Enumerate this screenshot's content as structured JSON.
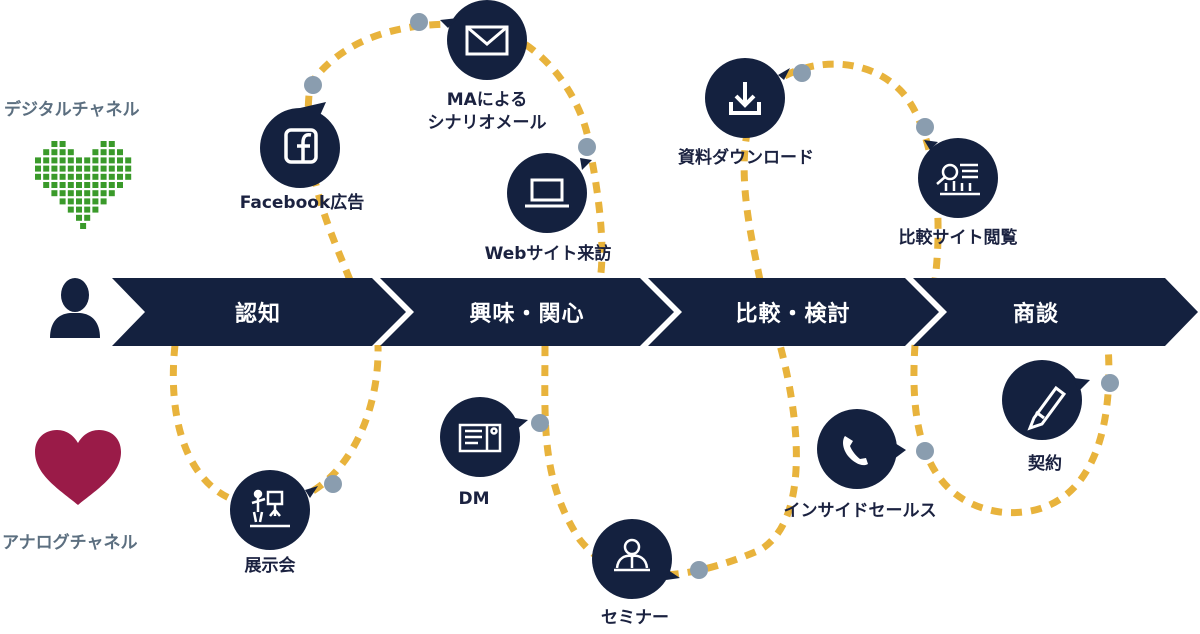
{
  "diagram": {
    "title": "",
    "colors": {
      "navy": "#14213f",
      "gold_path": "#e8b33c",
      "connector_dot": "#8a9daf",
      "digital_green": "#3a9a2a",
      "analog_red": "#9a1b48",
      "channel_text": "#5c6f80",
      "label_text": "#1b2240"
    },
    "channels": {
      "digital": {
        "label": "デジタルチャネル",
        "icon": "pixel-heart-icon"
      },
      "analog": {
        "label": "アナログチャネル",
        "icon": "heart-icon"
      }
    },
    "customer_icon": "person-icon",
    "stages": [
      {
        "label": "認知"
      },
      {
        "label": "興味・関心"
      },
      {
        "label": "比較・検討"
      },
      {
        "label": "商談"
      }
    ],
    "touchpoints": [
      {
        "id": "facebook",
        "label": "Facebook広告",
        "channel": "digital",
        "stage": "認知",
        "icon": "facebook-icon"
      },
      {
        "id": "ma-mail",
        "label_lines": [
          "MAによる",
          "シナリオメール"
        ],
        "channel": "digital",
        "stage": "興味・関心",
        "icon": "envelope-icon"
      },
      {
        "id": "website",
        "label": "Webサイト来訪",
        "channel": "digital",
        "stage": "興味・関心",
        "icon": "laptop-icon"
      },
      {
        "id": "download",
        "label": "資料ダウンロード",
        "channel": "digital",
        "stage": "比較・検討",
        "icon": "download-icon"
      },
      {
        "id": "compare-site",
        "label": "比較サイト閲覧",
        "channel": "digital",
        "stage": "商談",
        "icon": "compare-chart-icon"
      },
      {
        "id": "exhibition",
        "label": "展示会",
        "channel": "analog",
        "stage": "認知",
        "icon": "presenter-icon"
      },
      {
        "id": "dm",
        "label": "DM",
        "channel": "analog",
        "stage": "興味・関心",
        "icon": "postcard-icon"
      },
      {
        "id": "seminar",
        "label": "セミナー",
        "channel": "analog",
        "stage": "比較・検討",
        "icon": "lecturer-icon"
      },
      {
        "id": "inside-sales",
        "label": "インサイドセールス",
        "channel": "analog",
        "stage": "比較・検討",
        "icon": "phone-icon"
      },
      {
        "id": "contract",
        "label": "契約",
        "channel": "analog",
        "stage": "商談",
        "icon": "pencil-icon"
      }
    ]
  }
}
